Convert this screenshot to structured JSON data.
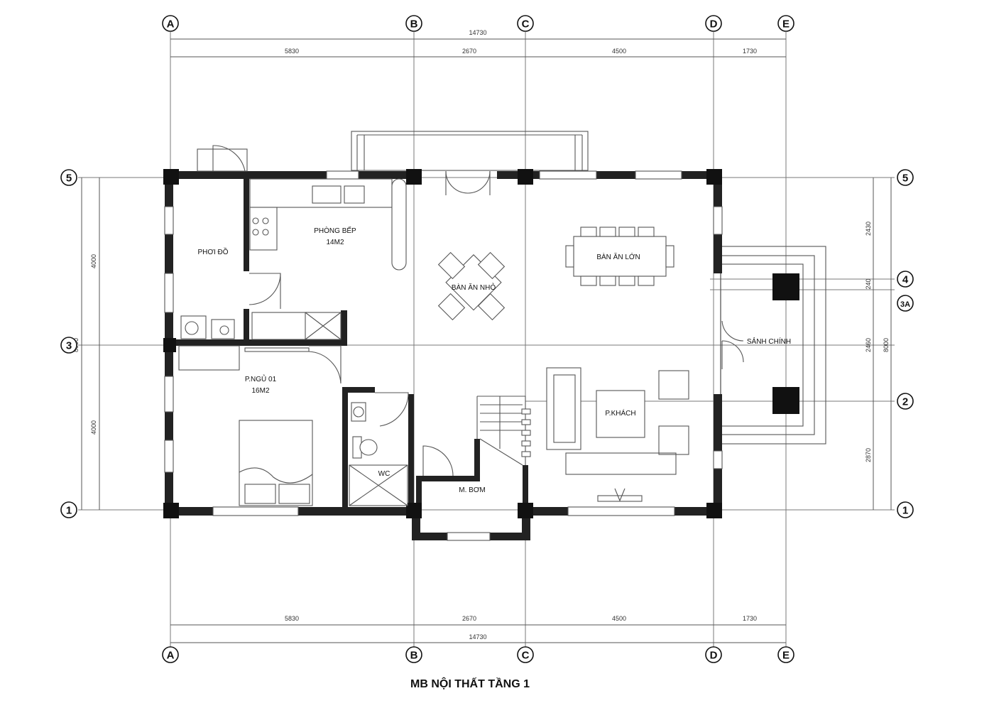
{
  "title": "MB NỘI THẤT TẦNG 1",
  "axes": {
    "columns": [
      "A",
      "B",
      "C",
      "D",
      "E"
    ],
    "rows": [
      "5",
      "4",
      "3A",
      "3",
      "2",
      "1"
    ]
  },
  "dimensions": {
    "top_total": "14730",
    "top_segments": [
      "5830",
      "2670",
      "4500",
      "1730"
    ],
    "bottom_total": "14730",
    "bottom_segments": [
      "5830",
      "2670",
      "4500",
      "1730"
    ],
    "left_total": "8000",
    "left_segments": [
      "4000",
      "4000"
    ],
    "right_total": "8000",
    "right_segments": [
      "2430",
      "240",
      "2460",
      "2870"
    ]
  },
  "rooms": {
    "phoi_do": "PHƠI ĐỒ",
    "phong_bep": "PHÒNG BẾP",
    "phong_bep_area": "14M2",
    "ban_an_nho": "BÀN ĂN NHỎ",
    "ban_an_lon": "BÀN ĂN LỚN",
    "sanh_chinh": "SẢNH CHÍNH",
    "p_ngu": "P.NGỦ 01",
    "p_ngu_area": "16M2",
    "wc": "WC",
    "m_bom": "M. BƠM",
    "p_khach": "P.KHÁCH"
  }
}
